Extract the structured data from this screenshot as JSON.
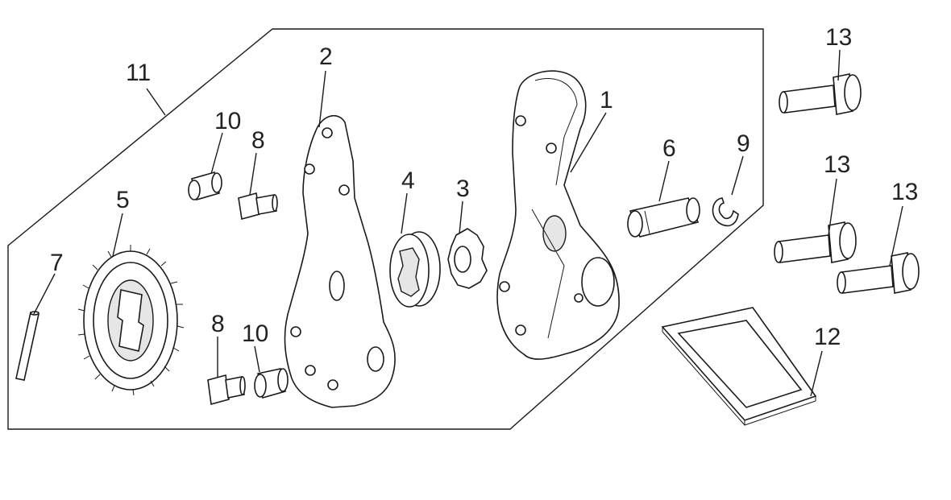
{
  "callouts": {
    "c1": "1",
    "c2": "2",
    "c3": "3",
    "c4": "4",
    "c5": "5",
    "c6": "6",
    "c7": "7",
    "c8a": "8",
    "c8b": "8",
    "c9": "9",
    "c10a": "10",
    "c10b": "10",
    "c11": "11",
    "c12": "12",
    "c13a": "13",
    "c13b": "13",
    "c13c": "13"
  }
}
